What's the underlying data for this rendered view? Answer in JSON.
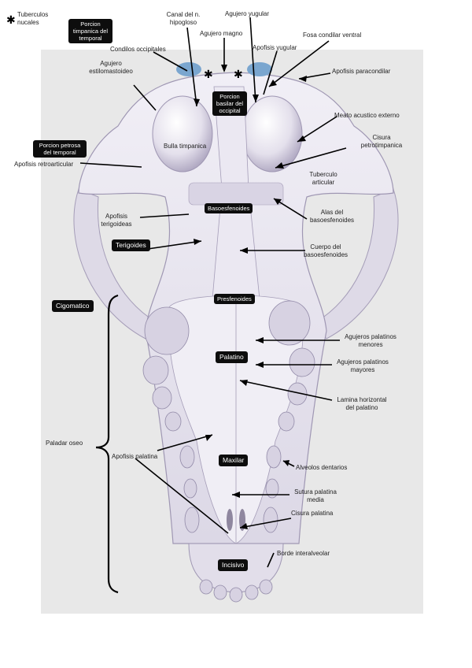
{
  "labels": {
    "tuberculos": "Tuberculos\nnucales",
    "canal": "Canal del n.\nhipogloso",
    "agujero_yugular": "Agujero yugular",
    "agujero_magno": "Agujero magno",
    "fosa_condilar": "Fosa condilar ventral",
    "condilos": "Condilos occipitales",
    "apofisis_yugular": "Apofisis yugular",
    "apofisis_paracondilar": "Apofisis paracondilar",
    "agujero_estilomastoideo": "Agujero\nestilomastoideo",
    "meato": "Meato acustico externo",
    "cisura_petrotimpanica": "Cisura\npetrotimpanica",
    "bulla": "Bulla timpanica",
    "tuberculo_articular": "Tuberculo\narticular",
    "apofisis_retroarticular": "Apofisis retroarticular",
    "alas": "Alas del\nbasoesfenoides",
    "apofisis_terigoideas": "Apofisis\nterigoideas",
    "cuerpo": "Cuerpo del\nbasoesfenoides",
    "agujeros_menores": "Agujeros palatinos\nmenores",
    "agujeros_mayores": "Agujeros palatinos\nmayores",
    "lamina": "Lamina horizontal\ndel palatino",
    "paladar": "Paladar oseo",
    "apofisis_palatina": "Apofisis palatina",
    "alveolos": "Alveolos dentarios",
    "sutura": "Sutura palatina\nmedia",
    "cisura_palatina": "Cisura palatina",
    "borde": "Borde interalveolar"
  },
  "boxes": {
    "porcion_timpanica": "Porcion\ntimpanica del\ntemporal",
    "porcion_basilar": "Porcion\nbasilar del\noccipital",
    "porcion_petrosa": "Porcion petrosa\ndel temporal",
    "basoesfenoides": "Basoesfenoides",
    "terigoides": "Terigoides",
    "cigomatico": "Cigomatico",
    "presfenoides": "Presfenoides",
    "palatino": "Palatino",
    "maxilar": "Maxilar",
    "incisivo": "Incisivo"
  },
  "icons": [
    "asterisk-icon"
  ],
  "colors": {
    "bone": "#e9e6f0",
    "bone_shade": "#b7b0c8",
    "condyle": "#7aa6cf",
    "panel": "#e8e8e8"
  }
}
